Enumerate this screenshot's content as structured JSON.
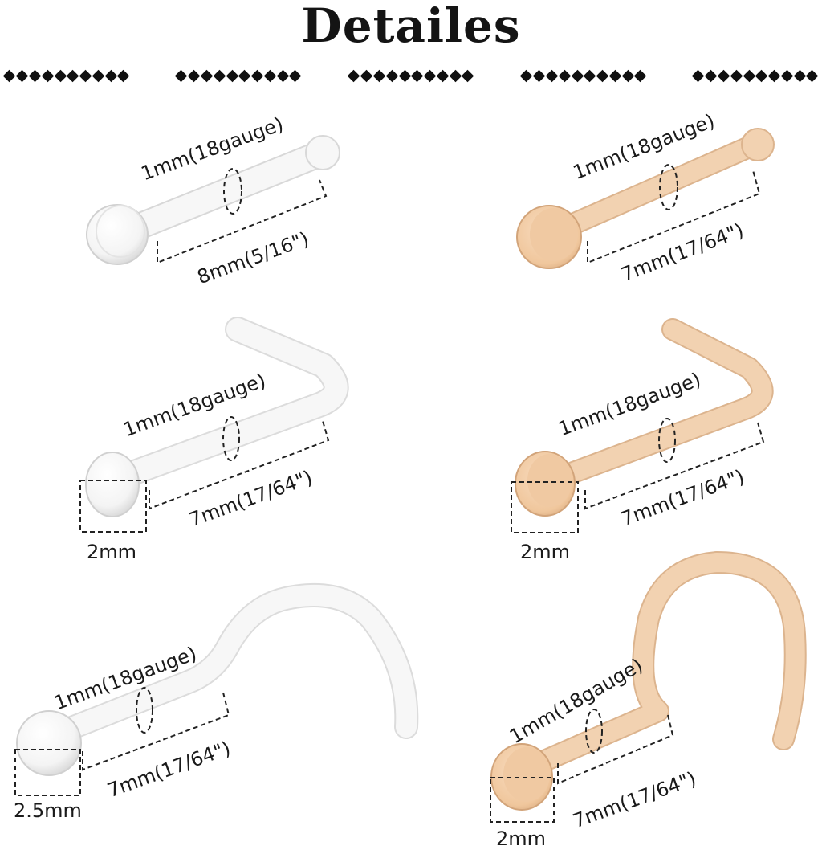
{
  "title": "Detailes",
  "colors": {
    "clear": "#f6f6f6",
    "clear_edge": "#dcdcdc",
    "nude": "#f2d2b1",
    "nude_edge": "#d9ae86",
    "guide": "#222222"
  },
  "items": [
    {
      "style": "straight-bone",
      "color": "clear",
      "gauge": "1mm(18gauge)",
      "length": "8mm(5/16\")"
    },
    {
      "style": "straight-bone",
      "color": "nude",
      "gauge": "1mm(18gauge)",
      "length": "7mm(17/64\")"
    },
    {
      "style": "l-shape",
      "color": "clear",
      "gauge": "1mm(18gauge)",
      "length": "7mm(17/64\")",
      "head": "2mm"
    },
    {
      "style": "l-shape",
      "color": "nude",
      "gauge": "1mm(18gauge)",
      "length": "7mm(17/64\")",
      "head": "2mm"
    },
    {
      "style": "screw",
      "color": "clear",
      "gauge": "1mm(18gauge)",
      "length": "7mm(17/64\")",
      "head": "2.5mm"
    },
    {
      "style": "screw",
      "color": "nude",
      "gauge": "1mm(18gauge)",
      "length": "7mm(17/64\")",
      "head": "2mm"
    }
  ]
}
